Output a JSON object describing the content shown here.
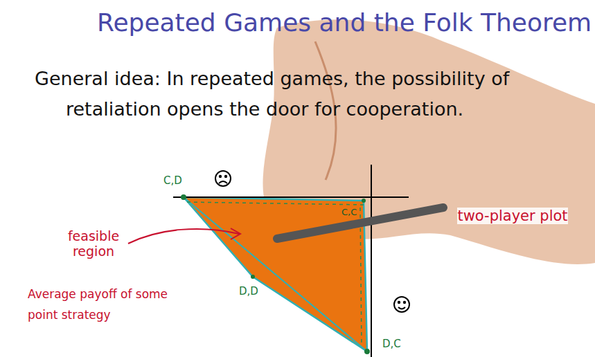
{
  "diagram": {
    "title": "Repeated Games and the Folk Theorem",
    "labels": [
      "General idea: In repeated games, the possibility of retaliation opens the door for cooperation.",
      "C,D",
      "C,C",
      "D,D",
      "D,C",
      "feasible region",
      "Average payoff of some point strategy",
      "two-player plot"
    ]
  }
}
